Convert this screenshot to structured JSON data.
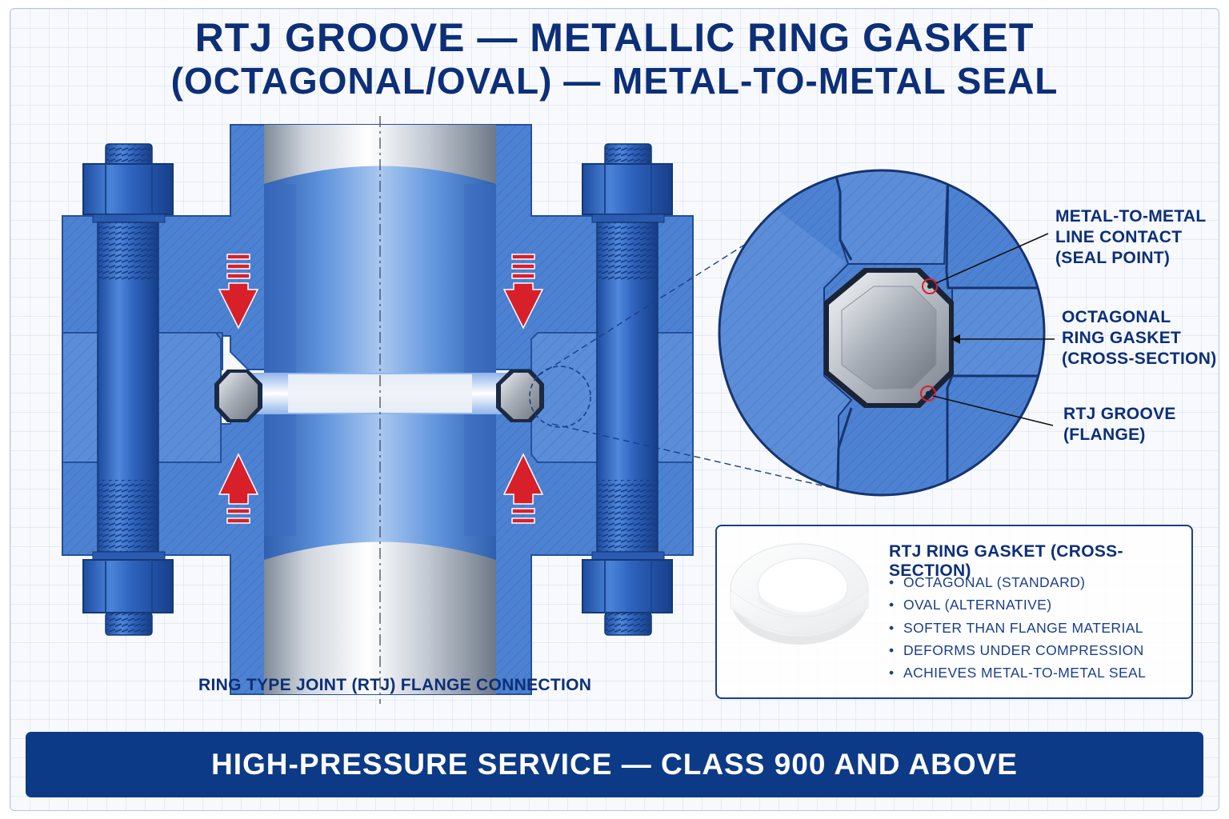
{
  "title_line1": "RTJ GROOVE — METALLIC RING GASKET",
  "title_line2": "(OCTAGONAL/OVAL) — METAL-TO-METAL SEAL",
  "flange_caption": "RING TYPE JOINT (RTJ) FLANGE CONNECTION",
  "callouts": {
    "line_contact": [
      "METAL-TO-METAL",
      "LINE CONTACT",
      "(SEAL POINT)"
    ],
    "octagonal": [
      "OCTAGONAL",
      "RING GASKET",
      "(CROSS-SECTION)"
    ],
    "groove": [
      "RTJ GROOVE",
      "(FLANGE)"
    ]
  },
  "info": {
    "title": "RTJ RING GASKET (CROSS-SECTION)",
    "bullet": "•",
    "items": [
      "OCTAGONAL (STANDARD)",
      "OVAL (ALTERNATIVE)",
      "SOFTER THAN FLANGE MATERIAL",
      "DEFORMS UNDER COMPRESSION",
      "ACHIEVES METAL-TO-METAL SEAL"
    ]
  },
  "banner": "HIGH-PRESSURE SERVICE — CLASS 900 AND ABOVE",
  "colors": {
    "title": "#0d2f78",
    "flange_blue": "#4a7fd0",
    "bolt_blue": "#2d64c0",
    "force_arrow": "#d8202a",
    "banner_bg": "#0d3a86",
    "gasket_steel": "#b9bec6"
  }
}
